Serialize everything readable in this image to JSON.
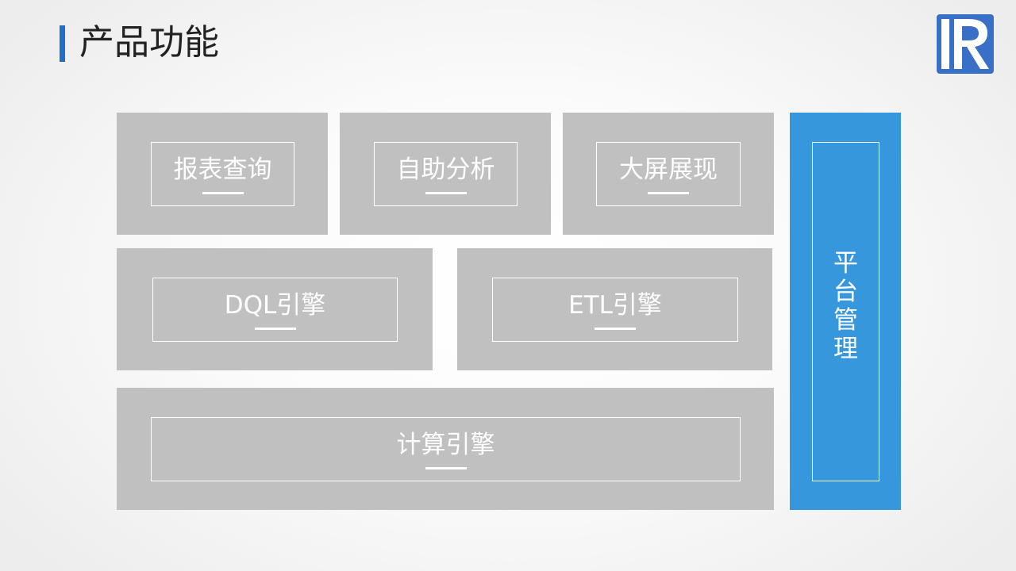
{
  "page": {
    "title": "产品功能"
  },
  "colors": {
    "accent_bar": "#1f6fc5",
    "module_gray": "#c0c0c0",
    "platform_blue": "#3797dd",
    "logo_blue": "#3a6fc8"
  },
  "logo": {
    "icon": "company-r-logo-icon"
  },
  "modules": {
    "report_query": "报表查询",
    "self_analysis": "自助分析",
    "big_screen": "大屏展现",
    "dql_engine": "DQL引擎",
    "etl_engine": "ETL引擎",
    "compute_engine": "计算引擎",
    "platform_mgmt": "平台管理"
  }
}
